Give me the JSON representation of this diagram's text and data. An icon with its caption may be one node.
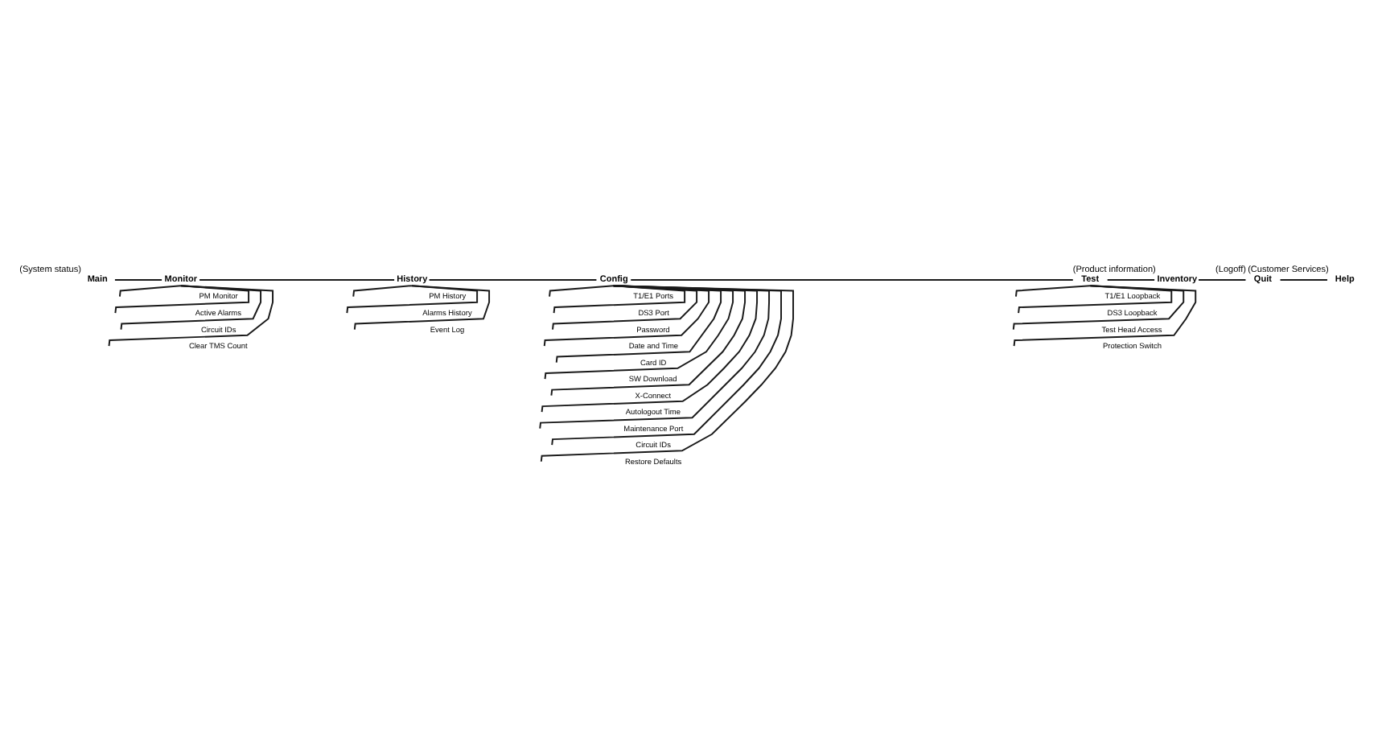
{
  "diagram": {
    "nodes": [
      {
        "text": [
          "Main"
        ],
        "beside": [
          "(System status)"
        ]
      },
      {
        "text": [
          "Monitor"
        ]
      },
      {
        "text": [
          "History"
        ]
      },
      {
        "text": [
          "Config"
        ]
      },
      {
        "text": [
          "Test"
        ]
      },
      {
        "text": [
          "Inventory"
        ],
        "beside": [
          "(Product information)"
        ]
      },
      {
        "text": [
          "Quit"
        ],
        "beside": [
          "(Logoff)"
        ]
      },
      {
        "text": [
          "Help"
        ],
        "beside": [
          "(Customer Services)"
        ]
      },
      {
        "text": [
          "PM Monitor"
        ]
      },
      {
        "text": [
          "Active Alarms"
        ]
      },
      {
        "text": [
          "Circuit IDs"
        ]
      },
      {
        "text": [
          "Clear TMS Count"
        ]
      },
      {
        "text": [
          "PM History"
        ]
      },
      {
        "text": [
          "Alarms History"
        ]
      },
      {
        "text": [
          "Event Log"
        ]
      },
      {
        "text": [
          "T1/E1 Ports"
        ]
      },
      {
        "text": [
          "DS3 Port"
        ]
      },
      {
        "text": [
          "Password"
        ]
      },
      {
        "text": [
          "Date and Time"
        ]
      },
      {
        "text": [
          "Card ID"
        ]
      },
      {
        "text": [
          "SW Download"
        ]
      },
      {
        "text": [
          "X-Connect"
        ]
      },
      {
        "text": [
          "Autologout Time"
        ]
      },
      {
        "text": [
          "Maintenance Port"
        ]
      },
      {
        "text": [
          "Circuit IDs"
        ]
      },
      {
        "text": [
          "Restore Defaults"
        ]
      },
      {
        "text": [
          "T1/E1 Loopback"
        ]
      },
      {
        "text": [
          "DS3 Loopback"
        ]
      },
      {
        "text": [
          "Test Head Access"
        ]
      },
      {
        "text": [
          "Protection Switch"
        ]
      }
    ],
    "edges": [
      {
        "from": 0,
        "to": 1,
        "arrow": "none"
      },
      {
        "from": 1,
        "to": 2,
        "arrow": "none"
      },
      {
        "from": 2,
        "to": 3,
        "arrow": "none"
      },
      {
        "from": 3,
        "to": 4,
        "arrow": "none"
      },
      {
        "from": 4,
        "to": 5,
        "arrow": "none"
      },
      {
        "from": 5,
        "to": 6,
        "arrow": "none"
      },
      {
        "from": 6,
        "to": 7,
        "arrow": "none"
      },
      {
        "from": 1,
        "to": 8,
        "arrow": "none"
      },
      {
        "from": 1,
        "to": 9,
        "arrow": "none"
      },
      {
        "from": 1,
        "to": 10,
        "arrow": "none"
      },
      {
        "from": 1,
        "to": 11,
        "arrow": "none"
      },
      {
        "from": 2,
        "to": 12,
        "arrow": "none"
      },
      {
        "from": 2,
        "to": 13,
        "arrow": "none"
      },
      {
        "from": 2,
        "to": 14,
        "arrow": "none"
      },
      {
        "from": 3,
        "to": 15,
        "arrow": "none"
      },
      {
        "from": 3,
        "to": 16,
        "arrow": "none"
      },
      {
        "from": 3,
        "to": 17,
        "arrow": "none"
      },
      {
        "from": 3,
        "to": 18,
        "arrow": "none"
      },
      {
        "from": 3,
        "to": 19,
        "arrow": "none"
      },
      {
        "from": 3,
        "to": 20,
        "arrow": "none"
      },
      {
        "from": 3,
        "to": 21,
        "arrow": "none"
      },
      {
        "from": 3,
        "to": 22,
        "arrow": "none"
      },
      {
        "from": 3,
        "to": 23,
        "arrow": "none"
      },
      {
        "from": 3,
        "to": 24,
        "arrow": "none"
      },
      {
        "from": 3,
        "to": 25,
        "arrow": "none"
      },
      {
        "from": 4,
        "to": 26,
        "arrow": "none"
      },
      {
        "from": 4,
        "to": 27,
        "arrow": "none"
      },
      {
        "from": 4,
        "to": 28,
        "arrow": "none"
      },
      {
        "from": 4,
        "to": 29,
        "arrow": "none"
      }
    ]
  }
}
